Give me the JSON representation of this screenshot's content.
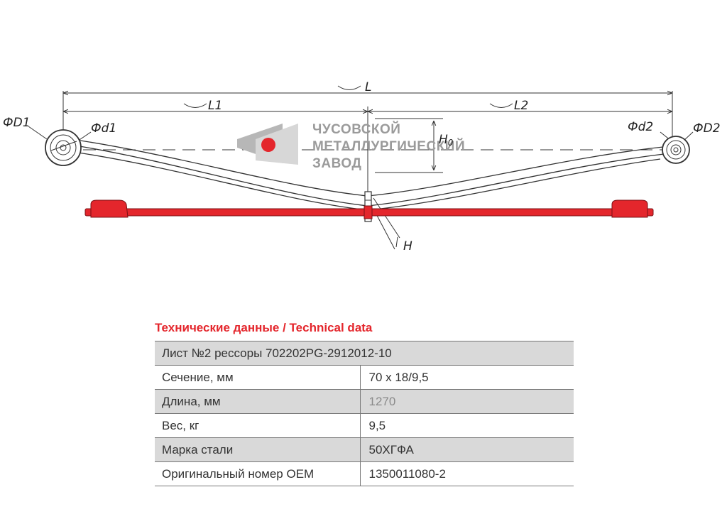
{
  "drawing": {
    "labels": {
      "L": "L",
      "L1": "L1",
      "L2": "L2",
      "D1": "ФD1",
      "d1": "Фd1",
      "d2": "Фd2",
      "D2": "ФD2",
      "H0_main": "H",
      "H0_sub": "0",
      "H": "H"
    },
    "watermark": {
      "line1": "ЧУСОВСКОЙ",
      "line2": "МЕТАЛЛУРГИЧЕСКИЙ",
      "line3": "ЗАВОД"
    },
    "colors": {
      "spring": "#e4262c",
      "outline": "#333333",
      "logo_gray": "#9a9a9a"
    }
  },
  "spec": {
    "title": "Технические данные / Technical data",
    "header": "Лист №2 рессоры 702202PG-2912012-10",
    "rows": [
      {
        "label": "Сечение, мм",
        "value": "70 х 18/9,5"
      },
      {
        "label": "Длина, мм",
        "value": "1270"
      },
      {
        "label": "Вес, кг",
        "value": "9,5"
      },
      {
        "label": "Марка стали",
        "value": "50ХГФА"
      },
      {
        "label": "Оригинальный номер OEM",
        "value": "1350011080-2"
      }
    ]
  }
}
